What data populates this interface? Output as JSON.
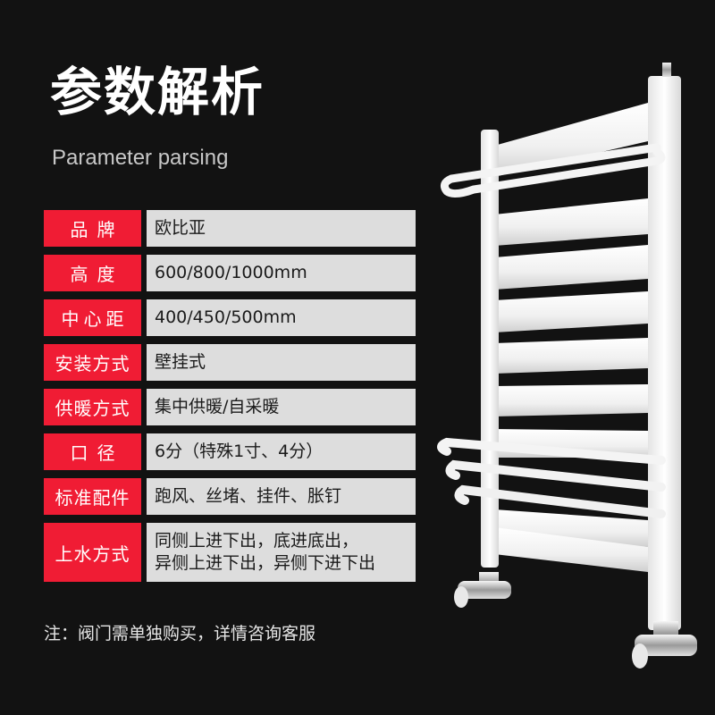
{
  "header": {
    "title": "参数解析",
    "subtitle": "Parameter parsing"
  },
  "colors": {
    "background": "#121212",
    "label_red": "#f01c34",
    "value_gray": "#dddddd"
  },
  "specs": [
    {
      "label": "品牌",
      "value": "欧比亚"
    },
    {
      "label": "高度",
      "value": "600/800/1000mm"
    },
    {
      "label": "中心距",
      "value": "400/450/500mm"
    },
    {
      "label": "安装方式",
      "value": "壁挂式"
    },
    {
      "label": "供暖方式",
      "value": "集中供暖/自采暖"
    },
    {
      "label": "口径",
      "value": "6分（特殊1寸、4分）"
    },
    {
      "label": "标准配件",
      "value": "跑风、丝堵、挂件、胀钉"
    },
    {
      "label": "上水方式",
      "value_lines": [
        "同侧上进下出，底进底出，",
        "异侧上进下出，异侧下进下出"
      ]
    }
  ],
  "note": "注：阀门需单独购买，详情咨询客服",
  "product_image": {
    "icon": "towel-radiator-illustration",
    "color": "#f2f2f2"
  }
}
